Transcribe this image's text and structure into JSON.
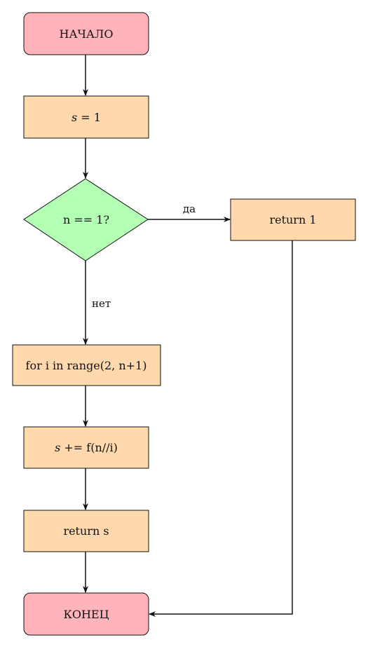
{
  "nodes": {
    "start": {
      "label": "НАЧАЛО"
    },
    "init": {
      "var": "s",
      "rest": " = 1"
    },
    "cond": {
      "label": "n == 1?"
    },
    "ret1": {
      "label": "return 1"
    },
    "loop": {
      "label": "for i in range(2, n+1)"
    },
    "accum": {
      "var": "s",
      "rest": " += f(n//i)"
    },
    "rets": {
      "label": "return s"
    },
    "end": {
      "label": "КОНЕЦ"
    }
  },
  "edges": {
    "yes_label": "да",
    "no_label": "нет"
  },
  "colors": {
    "terminal_fill": "#ffb3ba",
    "process_fill": "#ffd9ad",
    "decision_fill": "#b3ffb3",
    "stroke": "#111111"
  }
}
